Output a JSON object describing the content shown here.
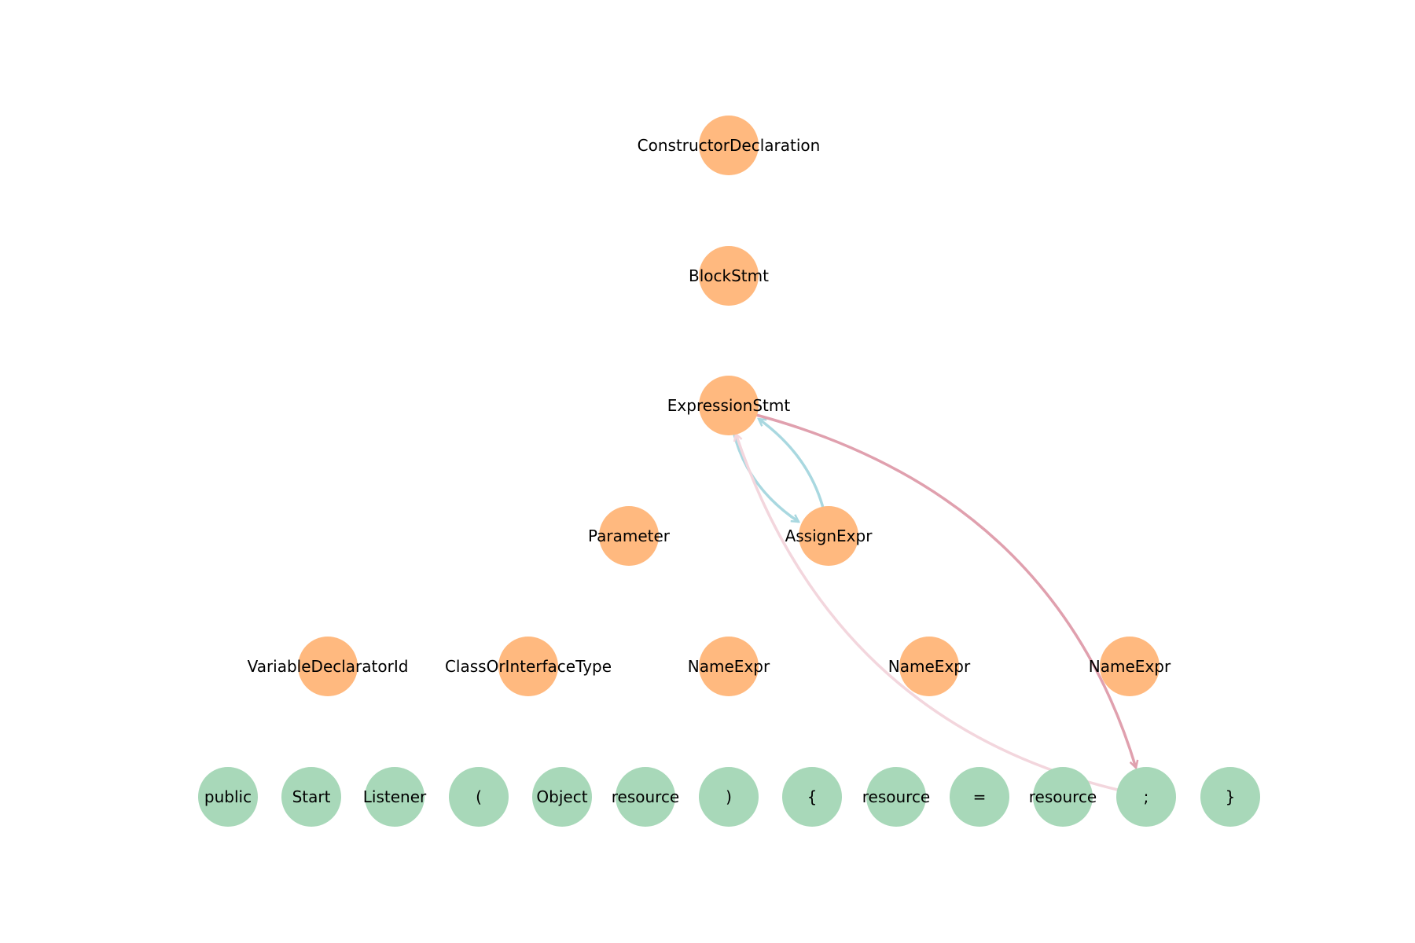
{
  "colors": {
    "ast_node": "#FFB97F",
    "token_node": "#A8D8B9",
    "edge_blue": "#A9D8E0",
    "edge_red": "#E0A0AE",
    "edge_red_faint": "#F3D6DD"
  },
  "ast_nodes": [
    {
      "id": "n_ctor",
      "label": "ConstructorDeclaration"
    },
    {
      "id": "n_block",
      "label": "BlockStmt"
    },
    {
      "id": "n_expr",
      "label": "ExpressionStmt"
    },
    {
      "id": "n_param",
      "label": "Parameter"
    },
    {
      "id": "n_assign",
      "label": "AssignExpr"
    },
    {
      "id": "n_vardecl",
      "label": "VariableDeclaratorId"
    },
    {
      "id": "n_classtype",
      "label": "ClassOrInterfaceType"
    },
    {
      "id": "n_name1",
      "label": "NameExpr"
    },
    {
      "id": "n_name2",
      "label": "NameExpr"
    },
    {
      "id": "n_name3",
      "label": "NameExpr"
    }
  ],
  "tokens": [
    {
      "id": "t0",
      "label": "public"
    },
    {
      "id": "t1",
      "label": "Start"
    },
    {
      "id": "t2",
      "label": "Listener"
    },
    {
      "id": "t3",
      "label": "("
    },
    {
      "id": "t4",
      "label": "Object"
    },
    {
      "id": "t5",
      "label": "resource"
    },
    {
      "id": "t6",
      "label": ")"
    },
    {
      "id": "t7",
      "label": "{"
    },
    {
      "id": "t8",
      "label": "resource"
    },
    {
      "id": "t9",
      "label": "="
    },
    {
      "id": "t10",
      "label": "resource"
    },
    {
      "id": "t11",
      "label": ";"
    },
    {
      "id": "t12",
      "label": "}"
    }
  ],
  "edges": [
    {
      "from": "n_expr",
      "to": "n_assign",
      "color": "edge_blue"
    },
    {
      "from": "n_assign",
      "to": "n_expr",
      "color": "edge_blue"
    },
    {
      "from": "n_expr",
      "to": "t11",
      "color": "edge_red"
    },
    {
      "from": "t11",
      "to": "n_expr",
      "color": "edge_red_faint"
    }
  ]
}
